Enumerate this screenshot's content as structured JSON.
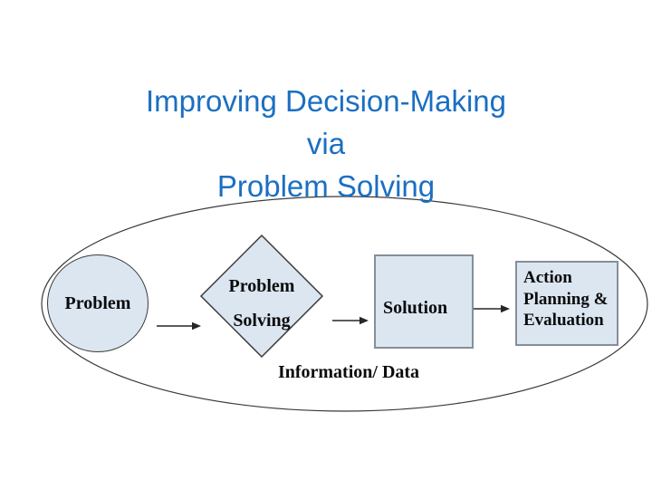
{
  "slide": {
    "background": "#ffffff",
    "title": {
      "lines": [
        "Improving Decision-Making",
        "via",
        "Problem Solving"
      ]
    }
  },
  "diagram": {
    "nodes": [
      {
        "shape": "circle",
        "label": "Problem"
      },
      {
        "shape": "diamond",
        "lines": [
          "Problem",
          "Solving"
        ]
      },
      {
        "shape": "rectangle",
        "label": "Solution"
      },
      {
        "shape": "rectangle",
        "lines": [
          "Action",
          "Planning &",
          "Evaluation"
        ]
      }
    ],
    "connectors": [
      {
        "from": "Problem",
        "to": "Problem Solving",
        "type": "arrow"
      },
      {
        "from": "Problem Solving",
        "to": "Solution",
        "type": "arrow"
      },
      {
        "from": "Solution",
        "to": "Action Planning & Evaluation",
        "type": "arrow"
      }
    ],
    "caption": "Information/ Data"
  },
  "colors": {
    "title_color": "#1b6fc2",
    "shape_fill": "#dce6f1",
    "shape_stroke": "#3a3a3a",
    "box_border": "#848f99",
    "arrow_color": "#262626"
  }
}
